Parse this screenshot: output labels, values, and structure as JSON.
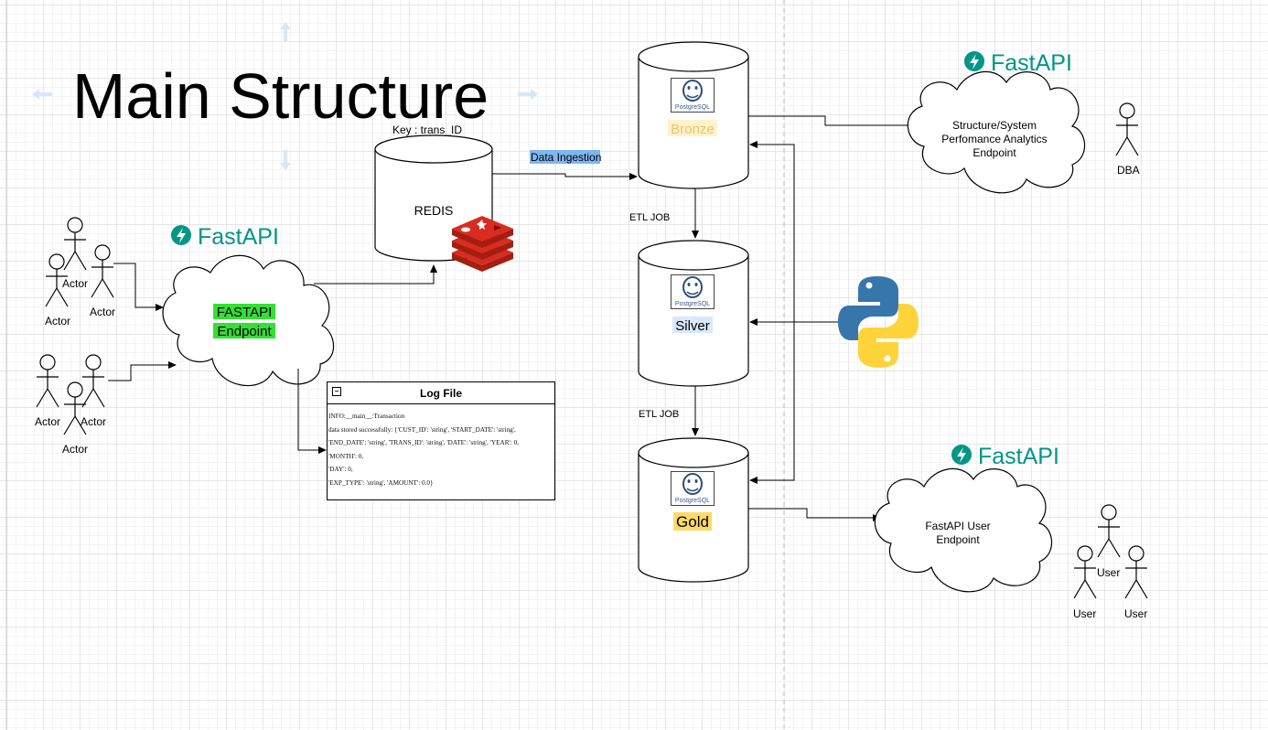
{
  "title": "Main Structure",
  "redis": {
    "key_label": "Key : trans_ID",
    "label": "REDIS"
  },
  "data_ingestion_label": "Data Ingestion",
  "fastapi": {
    "brand": "FastAPI",
    "endpoint_label_line1": "FASTAPI",
    "endpoint_label_line2": "Endpoint",
    "analytics_line1": "Structure/System",
    "analytics_line2": "Perfomance Analytics",
    "analytics_line3": "Endpoint",
    "user_line1": "FastAPI User",
    "user_line2": "Endpoint"
  },
  "layers": {
    "bronze": "Bronze",
    "silver": "Silver",
    "gold": "Gold",
    "postgres_logo_text": "PostgreSQL"
  },
  "etl_job_label": "ETL JOB",
  "actors": {
    "actor": "Actor",
    "dba": "DBA",
    "user": "User"
  },
  "log_file": {
    "title": "Log File",
    "lines": [
      "INFO:__main__:Transaction",
      "data stored successfully: {'CUST_ID': 'string', 'START_DATE': 'string',",
      "'END_DATE': 'string', 'TRANS_ID': 'string', 'DATE': 'string', 'YEAR': 0,",
      "'MONTH': 0,",
      "'DAY': 0,",
      "'EXP_TYPE': 'string', 'AMOUNT': 0.0}"
    ]
  },
  "colors": {
    "fastapi_teal": "#009688",
    "bronze_highlight": "#fff2cc",
    "silver_highlight": "#dae8fc",
    "gold_highlight": "#ffd966",
    "fastapi_endpoint_highlight": "#33e033",
    "data_ingestion_highlight": "#7eb6f0",
    "redis_red": "#d82c20",
    "python_blue": "#3776ab",
    "python_yellow": "#ffd43b"
  },
  "icons": [
    "fastapi-logo-icon",
    "redis-logo-icon",
    "postgresql-logo-icon",
    "python-logo-icon",
    "move-arrow-icon",
    "collapse-icon"
  ]
}
